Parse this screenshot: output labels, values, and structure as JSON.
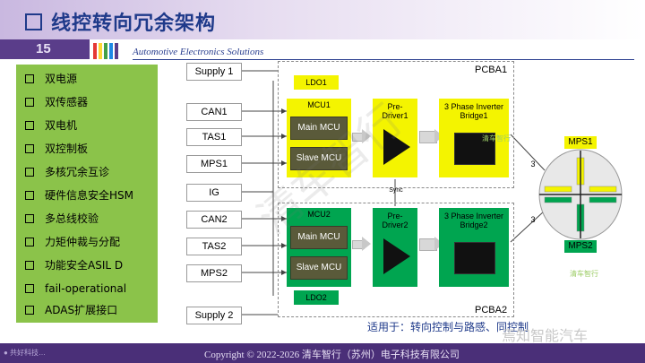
{
  "header": {
    "title": "线控转向冗余架构",
    "page_number": "15",
    "subtitle": "Automotive Electronics Solutions"
  },
  "features": [
    "双电源",
    "双传感器",
    "双电机",
    "双控制板",
    "多核冗余互诊",
    "硬件信息安全HSM",
    "多总线校验",
    "力矩仲裁与分配",
    "功能安全ASIL D",
    "fail-operational",
    "ADAS扩展接口"
  ],
  "diagram": {
    "signals_top": [
      "Supply 1",
      "CAN1",
      "TAS1",
      "MPS1"
    ],
    "signal_ig": "IG",
    "signals_bottom": [
      "CAN2",
      "TAS2",
      "MPS2",
      "Supply 2"
    ],
    "pcba1": "PCBA1",
    "pcba2": "PCBA2",
    "ldo1": "LDO1",
    "ldo2": "LDO2",
    "mcu1": {
      "label": "MCU1",
      "main": "Main MCU",
      "slave": "Slave MCU"
    },
    "mcu2": {
      "label": "MCU2",
      "main": "Main MCU",
      "slave": "Slave MCU"
    },
    "predriver1": "Pre-\nDriver1",
    "predriver2": "Pre-\nDriver2",
    "inverter1": "3 Phase Inverter\nBridge1",
    "inverter2": "3 Phase Inverter\nBridge2",
    "sync": "Sync",
    "phase_count_1": "3",
    "phase_count_2": "3",
    "mps1": "MPS1",
    "mps2": "MPS2"
  },
  "note": "适用于：转向控制与路感、同控制",
  "footer": {
    "copyright": "Copyright © 2022-2026 清车智行（苏州）电子科技有限公司",
    "left": "● 共好科技…"
  },
  "watermarks": {
    "brand": "焉知智能汽车",
    "small1": "清车智行",
    "small2": "清车智行",
    "big": "清车智行"
  },
  "colors": {
    "yellow": "#f4f400",
    "green": "#00a550",
    "panel": "#8bc34a",
    "title": "#1f3a8a",
    "footer": "#4a2f78"
  }
}
